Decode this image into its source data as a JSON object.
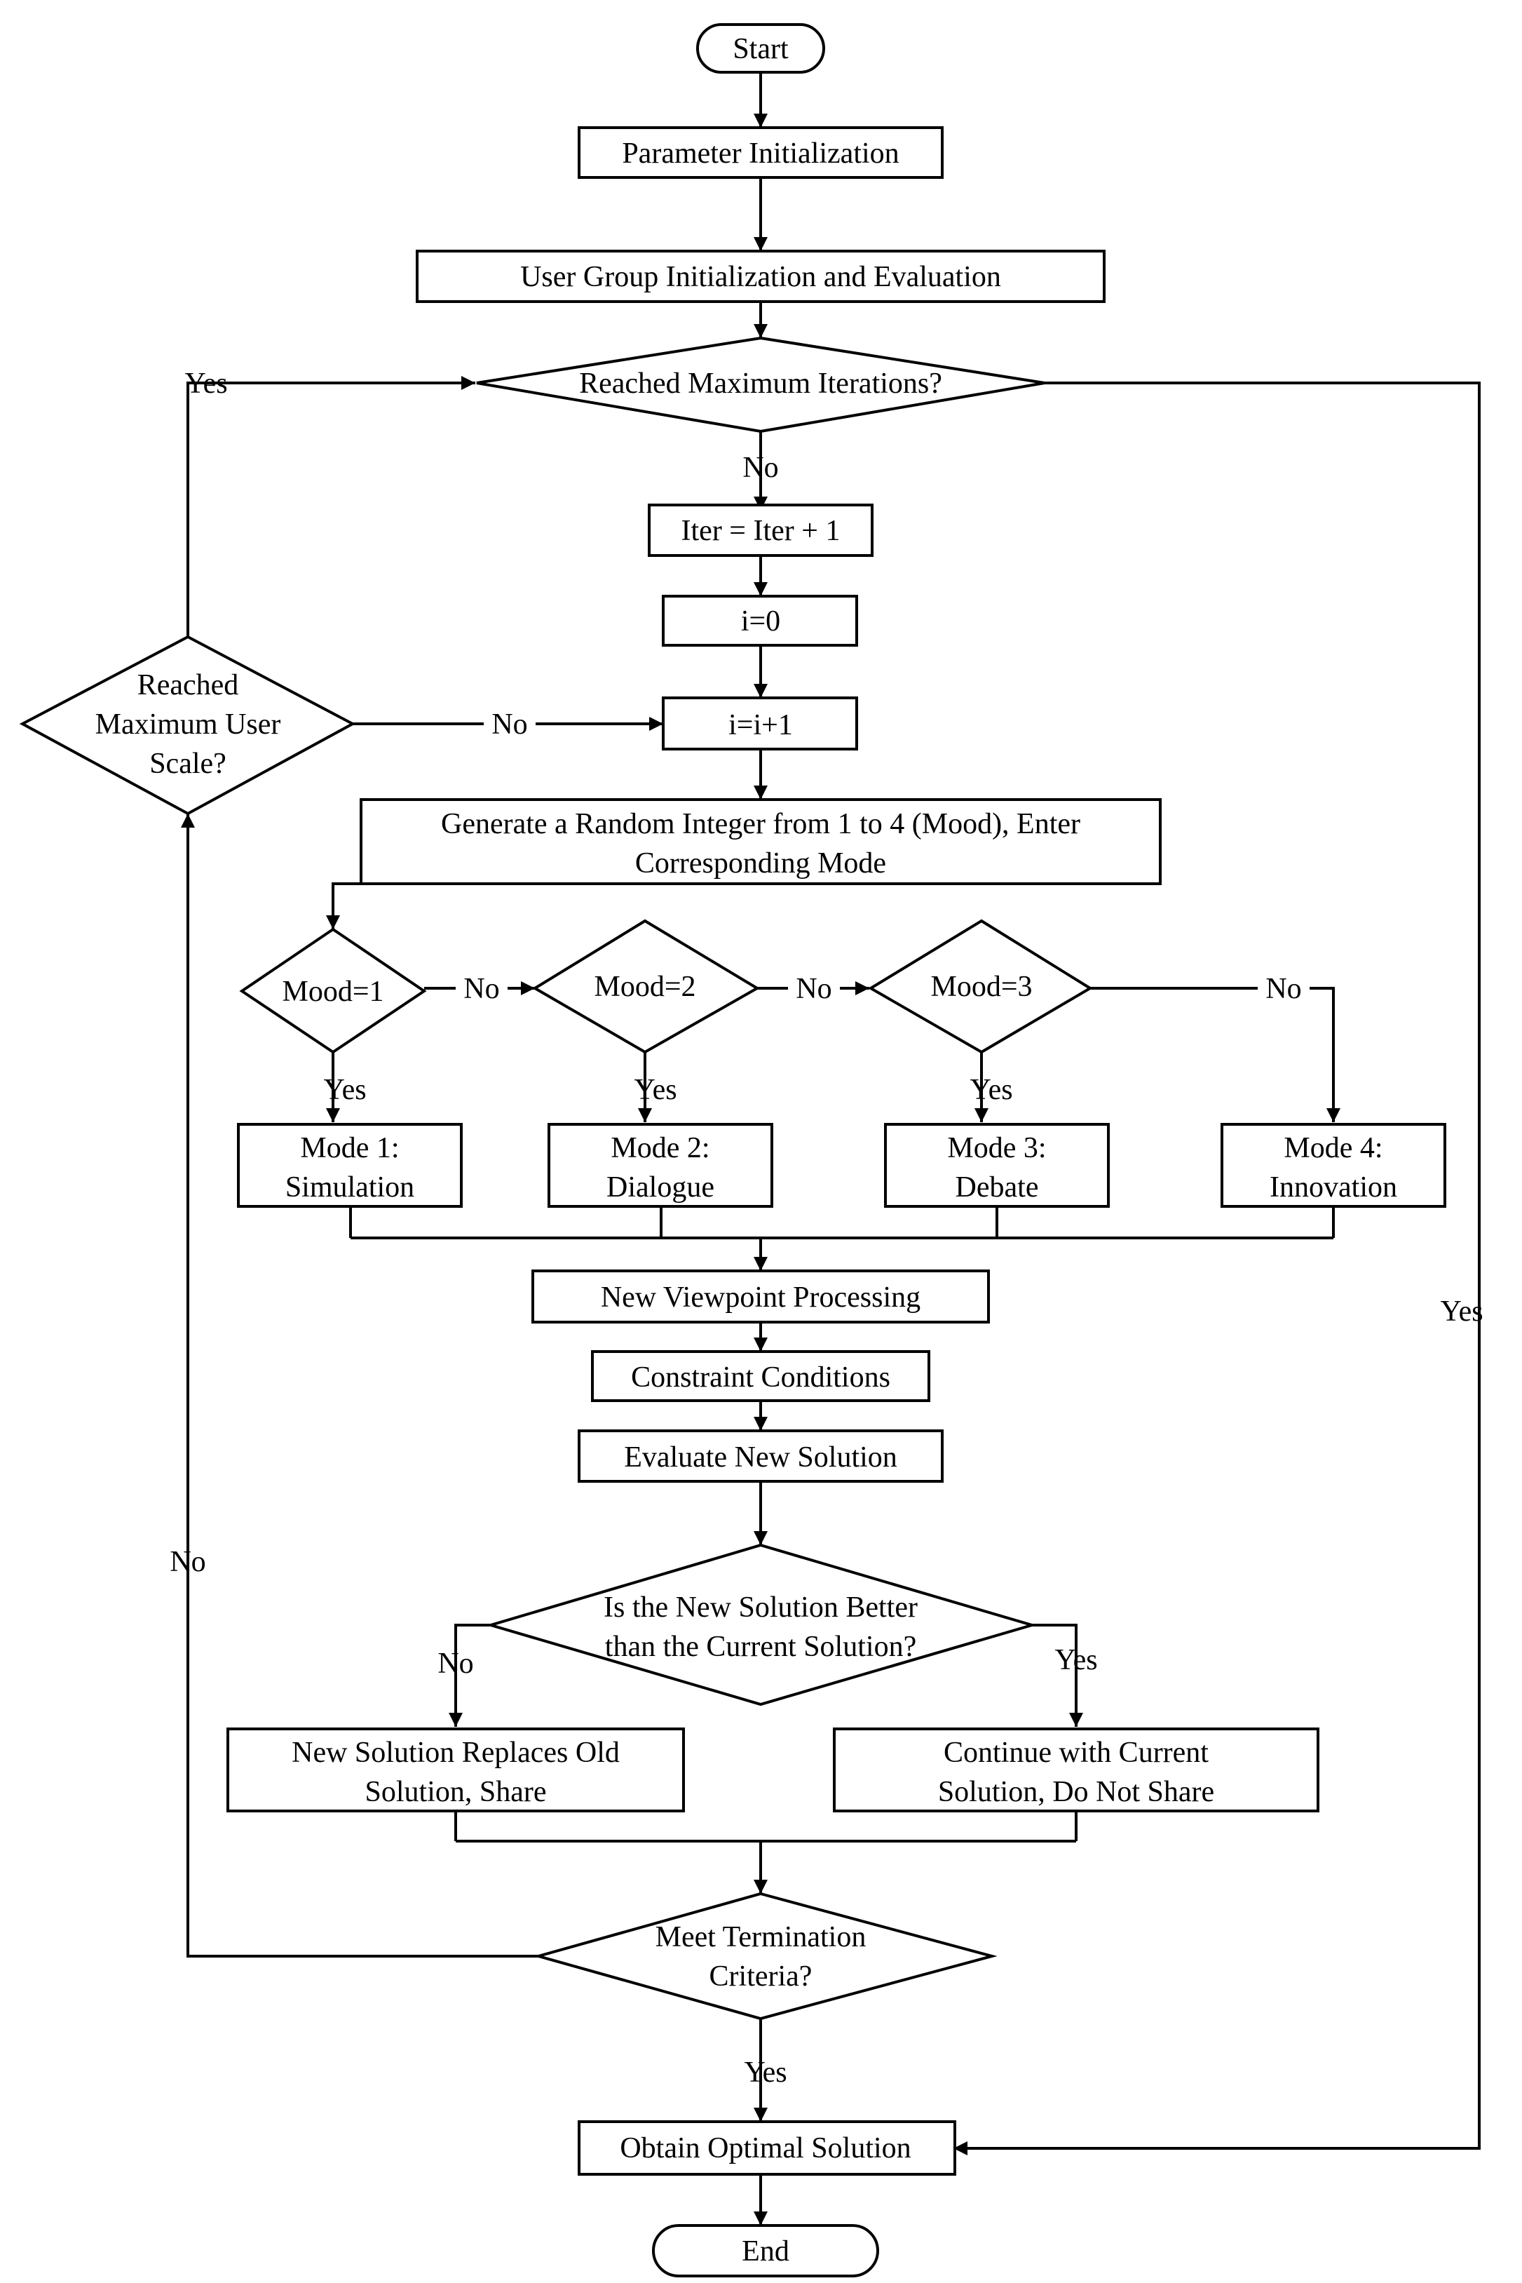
{
  "nodes": {
    "start": "Start",
    "param_init": "Parameter Initialization",
    "group_init": "User Group Initialization and Evaluation",
    "max_iter": "Reached Maximum Iterations?",
    "iter_inc": "Iter = Iter + 1",
    "i_zero": "i=0",
    "i_inc": "i=i+1",
    "max_user": [
      "Reached",
      "Maximum User",
      "Scale?"
    ],
    "random_mood": [
      "Generate a Random Integer from 1 to 4 (Mood), Enter",
      "Corresponding Mode"
    ],
    "mood1": "Mood=1",
    "mood2": "Mood=2",
    "mood3": "Mood=3",
    "mode1": [
      "Mode 1:",
      "Simulation"
    ],
    "mode2": [
      "Mode 2:",
      "Dialogue"
    ],
    "mode3": [
      "Mode 3:",
      "Debate"
    ],
    "mode4": [
      "Mode 4:",
      "Innovation"
    ],
    "new_viewpoint": "New Viewpoint Processing",
    "constraints": "Constraint Conditions",
    "evaluate": "Evaluate New Solution",
    "is_better": [
      "Is the New Solution Better",
      "than the Current Solution?"
    ],
    "replace": [
      "New Solution Replaces Old",
      "Solution, Share"
    ],
    "continue_current": [
      "Continue with Current",
      "Solution, Do Not Share"
    ],
    "termination": [
      "Meet Termination",
      "Criteria?"
    ],
    "optimal": "Obtain Optimal Solution",
    "end": "End"
  },
  "edge_labels": {
    "yes_max_iter_loop": "Yes",
    "yes_max_iter_exit": "Yes",
    "no_max_iter": "No",
    "no_max_user": "No",
    "no_mood1": "No",
    "no_mood2": "No",
    "no_mood3": "No",
    "yes_mood1": "Yes",
    "yes_mood2": "Yes",
    "yes_mood3": "Yes",
    "no_better": "No",
    "yes_better": "Yes",
    "no_termination": "No",
    "yes_termination": "Yes"
  }
}
